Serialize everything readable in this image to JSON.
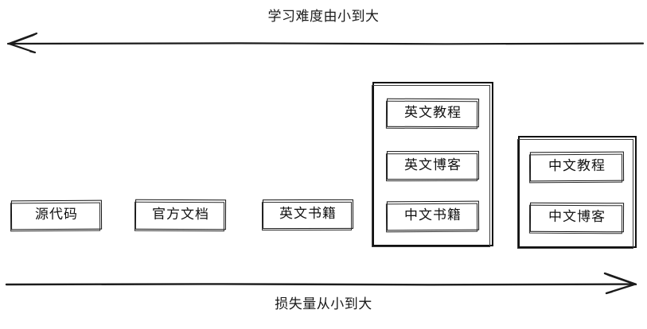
{
  "diagram": {
    "title_top": "学习难度由小到大",
    "title_bottom": "损失量从小到大",
    "top_axis": {
      "direction": "left",
      "arrow_icon": "arrow-left-icon"
    },
    "bottom_axis": {
      "direction": "right",
      "arrow_icon": "arrow-right-icon"
    },
    "colors": {
      "stroke": "#111111",
      "text": "#1a1a1a",
      "background": "#ffffff"
    },
    "nodes": [
      {
        "id": "source-code",
        "label": "源代码"
      },
      {
        "id": "official-docs",
        "label": "官方文档"
      },
      {
        "id": "english-books",
        "label": "英文书籍"
      }
    ],
    "groups": [
      {
        "id": "group-english",
        "items": [
          {
            "id": "english-tutorial",
            "label": "英文教程"
          },
          {
            "id": "english-blog",
            "label": "英文博客"
          },
          {
            "id": "chinese-books",
            "label": "中文书籍"
          }
        ]
      },
      {
        "id": "group-chinese",
        "items": [
          {
            "id": "chinese-tutorial",
            "label": "中文教程"
          },
          {
            "id": "chinese-blog",
            "label": "中文博客"
          }
        ]
      }
    ]
  }
}
